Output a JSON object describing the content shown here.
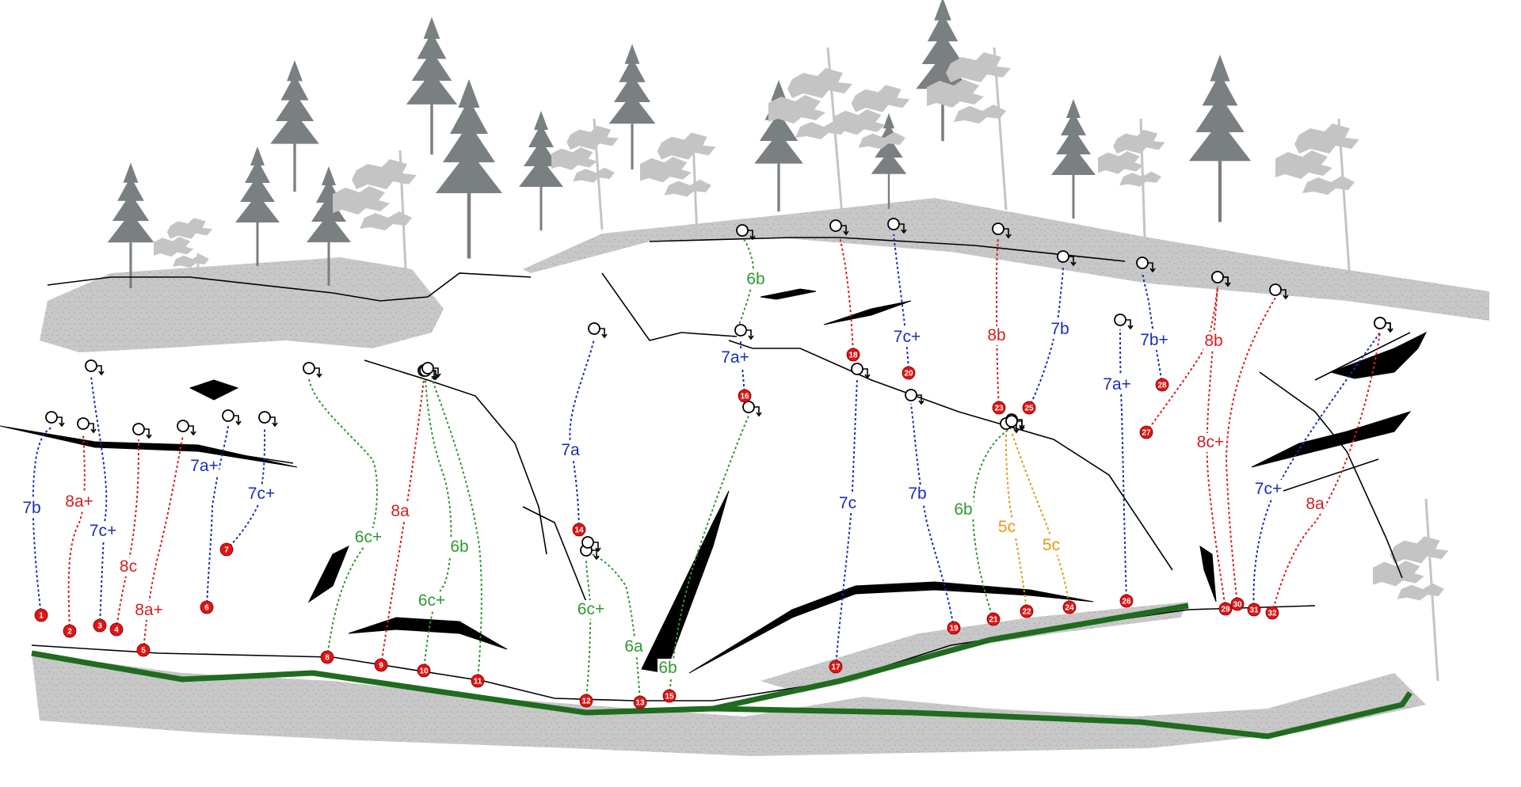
{
  "colors": {
    "ground_fill": "#c8c8c8",
    "path": "#1f6b1f",
    "tree": "#7a7f82",
    "bush": "#c4c4c4",
    "anchor": "#000000",
    "marker": "#e01414",
    "grade_red": "#d42020",
    "grade_blue": "#1a2fb0",
    "grade_green": "#2e9a2e",
    "grade_orange": "#e59a10"
  },
  "routes": [
    {
      "number": "1",
      "grade": "7b",
      "color": "blue"
    },
    {
      "number": "2",
      "grade": "8a+",
      "color": "red"
    },
    {
      "number": "3",
      "grade": "7c+",
      "color": "blue"
    },
    {
      "number": "4",
      "grade": "8c",
      "color": "red"
    },
    {
      "number": "5",
      "grade": "8a+",
      "color": "red"
    },
    {
      "number": "6",
      "grade": "7a+",
      "color": "blue"
    },
    {
      "number": "7",
      "grade": "7c+",
      "color": "blue"
    },
    {
      "number": "8",
      "grade": "6c+",
      "color": "green"
    },
    {
      "number": "9",
      "grade": "8a",
      "color": "red"
    },
    {
      "number": "10",
      "grade": "6c+",
      "color": "green"
    },
    {
      "number": "11",
      "grade": "6b",
      "color": "green"
    },
    {
      "number": "12",
      "grade": "6c+",
      "color": "green"
    },
    {
      "number": "13",
      "grade": "6a",
      "color": "green"
    },
    {
      "number": "14",
      "grade": "7a",
      "color": "blue"
    },
    {
      "number": "15",
      "grade": "6b",
      "color": "green"
    },
    {
      "number": "16",
      "grade": "7a+",
      "color": "blue"
    },
    {
      "number": "17",
      "grade": "7c",
      "color": "blue"
    },
    {
      "number": "18",
      "grade": "",
      "color": "red"
    },
    {
      "number": "19",
      "grade": "7b",
      "color": "blue"
    },
    {
      "number": "20",
      "grade": "7c+",
      "color": "blue"
    },
    {
      "number": "21",
      "grade": "6b",
      "color": "green"
    },
    {
      "number": "22",
      "grade": "5c",
      "color": "orange"
    },
    {
      "number": "23",
      "grade": "8b",
      "color": "red"
    },
    {
      "number": "24",
      "grade": "5c",
      "color": "orange"
    },
    {
      "number": "25",
      "grade": "7b",
      "color": "blue"
    },
    {
      "number": "26",
      "grade": "7a+",
      "color": "blue"
    },
    {
      "number": "27",
      "grade": "8b",
      "color": "red"
    },
    {
      "number": "28",
      "grade": "7b+",
      "color": "blue"
    },
    {
      "number": "29",
      "grade": "8c+",
      "color": "red"
    },
    {
      "number": "30",
      "grade": "",
      "color": "red"
    },
    {
      "number": "31",
      "grade": "7c+",
      "color": "blue"
    },
    {
      "number": "32",
      "grade": "8a",
      "color": "red"
    },
    {
      "number": "",
      "grade": "6b",
      "color": "green"
    }
  ]
}
